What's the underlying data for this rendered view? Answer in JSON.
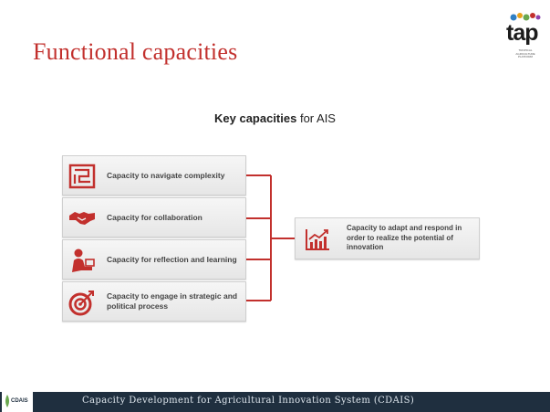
{
  "slide": {
    "title": "Functional capacities",
    "logo_text": "tap",
    "logo_subtext": "TROPICAL AGRICULTURE PLATFORM",
    "subtitle_bold": "Key capacities",
    "subtitle_rest": " for AIS",
    "capacities": [
      {
        "label": "Capacity to navigate complexity",
        "icon": "maze-icon"
      },
      {
        "label": "Capacity for collaboration",
        "icon": "handshake-icon"
      },
      {
        "label": "Capacity for reflection and learning",
        "icon": "reflection-icon"
      },
      {
        "label": "Capacity to engage in strategic and political process",
        "icon": "target-icon"
      }
    ],
    "result": {
      "label": "Capacity to adapt and respond in order to realize the potential of innovation",
      "icon": "growth-chart-icon"
    },
    "footer_text": "Capacity Development for Agricultural Innovation System (CDAIS)",
    "footer_logo_text": "CDAIS",
    "colors": {
      "accent": "#c2302d",
      "footer": "#1f2f3f"
    }
  }
}
